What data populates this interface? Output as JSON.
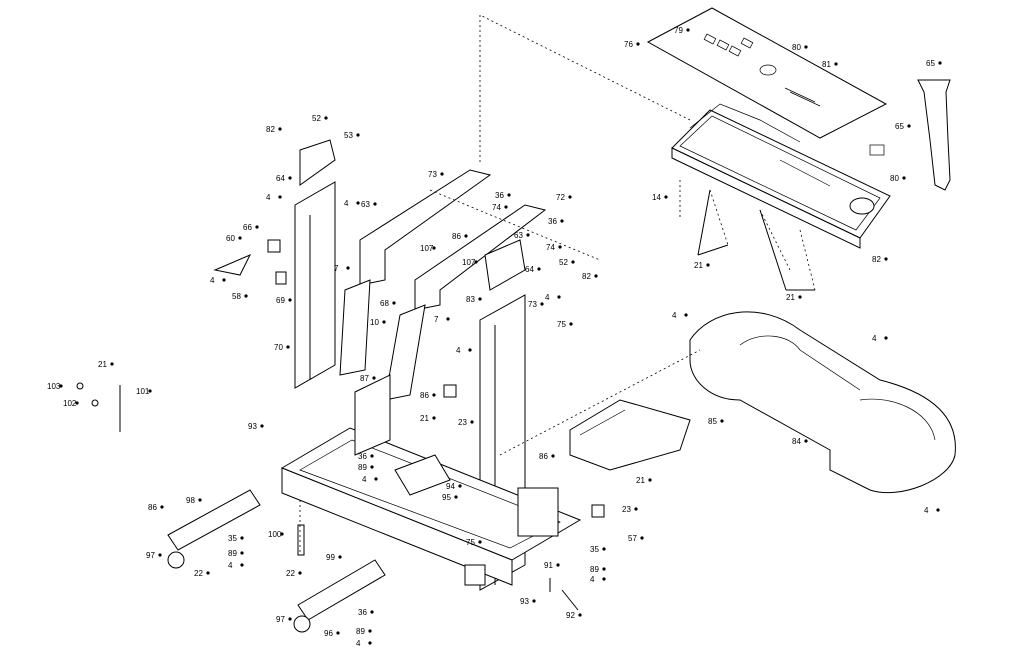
{
  "callouts": [
    {
      "id": "c76a",
      "text": "76"
    },
    {
      "id": "c79",
      "text": "79"
    },
    {
      "id": "c80a",
      "text": "80"
    },
    {
      "id": "c81",
      "text": "81"
    },
    {
      "id": "c65a",
      "text": "65"
    },
    {
      "id": "c65b",
      "text": "65"
    },
    {
      "id": "c80b",
      "text": "80"
    },
    {
      "id": "c14",
      "text": "14"
    },
    {
      "id": "c21a",
      "text": "21"
    },
    {
      "id": "c21b",
      "text": "21"
    },
    {
      "id": "c82a",
      "text": "82"
    },
    {
      "id": "c52a",
      "text": "52"
    },
    {
      "id": "c82b",
      "text": "82"
    },
    {
      "id": "c53",
      "text": "53"
    },
    {
      "id": "c64a",
      "text": "64"
    },
    {
      "id": "c4a",
      "text": "4"
    },
    {
      "id": "c4b",
      "text": "4"
    },
    {
      "id": "c73",
      "text": "73"
    },
    {
      "id": "c36a",
      "text": "36"
    },
    {
      "id": "c74a",
      "text": "74"
    },
    {
      "id": "c72",
      "text": "72"
    },
    {
      "id": "c36b",
      "text": "36"
    },
    {
      "id": "c63a",
      "text": "63"
    },
    {
      "id": "c86a",
      "text": "86"
    },
    {
      "id": "c107a",
      "text": "107"
    },
    {
      "id": "c63b",
      "text": "63"
    },
    {
      "id": "c74b",
      "text": "74"
    },
    {
      "id": "c52b",
      "text": "52"
    },
    {
      "id": "c82c",
      "text": "82"
    },
    {
      "id": "c64b",
      "text": "64"
    },
    {
      "id": "c107b",
      "text": "107"
    },
    {
      "id": "c66",
      "text": "66"
    },
    {
      "id": "c60",
      "text": "60"
    },
    {
      "id": "c7a",
      "text": "7"
    },
    {
      "id": "c4c",
      "text": "4"
    },
    {
      "id": "c58",
      "text": "58"
    },
    {
      "id": "c69",
      "text": "69"
    },
    {
      "id": "c68",
      "text": "68"
    },
    {
      "id": "c83",
      "text": "83"
    },
    {
      "id": "c4d",
      "text": "4"
    },
    {
      "id": "c73b",
      "text": "73"
    },
    {
      "id": "c75a",
      "text": "75"
    },
    {
      "id": "c10",
      "text": "10"
    },
    {
      "id": "c7b",
      "text": "7"
    },
    {
      "id": "c4e",
      "text": "4"
    },
    {
      "id": "c70",
      "text": "70"
    },
    {
      "id": "c4f",
      "text": "4"
    },
    {
      "id": "c4g",
      "text": "4"
    },
    {
      "id": "c84",
      "text": "84"
    },
    {
      "id": "c85",
      "text": "85"
    },
    {
      "id": "c103",
      "text": "103"
    },
    {
      "id": "c21c",
      "text": "21"
    },
    {
      "id": "c102",
      "text": "102"
    },
    {
      "id": "c101",
      "text": "101"
    },
    {
      "id": "c87",
      "text": "87"
    },
    {
      "id": "c86b",
      "text": "86"
    },
    {
      "id": "c23a",
      "text": "23"
    },
    {
      "id": "c93a",
      "text": "93"
    },
    {
      "id": "c21d",
      "text": "21"
    },
    {
      "id": "c36c",
      "text": "36"
    },
    {
      "id": "c89a",
      "text": "89"
    },
    {
      "id": "c4h",
      "text": "4"
    },
    {
      "id": "c94",
      "text": "94"
    },
    {
      "id": "c95",
      "text": "95"
    },
    {
      "id": "c86c",
      "text": "86"
    },
    {
      "id": "c21e",
      "text": "21"
    },
    {
      "id": "c4i",
      "text": "4"
    },
    {
      "id": "c98",
      "text": "98"
    },
    {
      "id": "c86d",
      "text": "86"
    },
    {
      "id": "c35a",
      "text": "35"
    },
    {
      "id": "c89b",
      "text": "89"
    },
    {
      "id": "c4j",
      "text": "4"
    },
    {
      "id": "c97a",
      "text": "97"
    },
    {
      "id": "c22a",
      "text": "22"
    },
    {
      "id": "c100",
      "text": "100"
    },
    {
      "id": "c75b",
      "text": "75"
    },
    {
      "id": "c23b",
      "text": "23"
    },
    {
      "id": "c57",
      "text": "57"
    },
    {
      "id": "c35b",
      "text": "35"
    },
    {
      "id": "c89c",
      "text": "89"
    },
    {
      "id": "c4k",
      "text": "4"
    },
    {
      "id": "c99",
      "text": "99"
    },
    {
      "id": "c22b",
      "text": "22"
    },
    {
      "id": "c91",
      "text": "91"
    },
    {
      "id": "c93b",
      "text": "93"
    },
    {
      "id": "c92",
      "text": "92"
    },
    {
      "id": "c97b",
      "text": "97"
    },
    {
      "id": "c96",
      "text": "96"
    },
    {
      "id": "c36d",
      "text": "36"
    },
    {
      "id": "c89d",
      "text": "89"
    },
    {
      "id": "c4l",
      "text": "4"
    }
  ]
}
